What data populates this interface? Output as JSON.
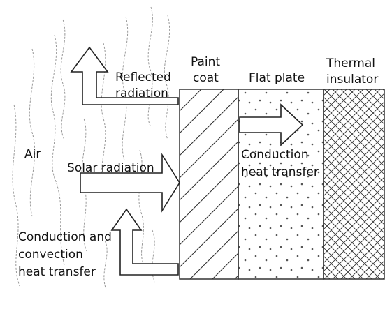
{
  "labels": {
    "paint_coat": [
      "Paint",
      "coat"
    ],
    "flat_plate": "Flat plate",
    "thermal_insulator": [
      "Thermal",
      "insulator"
    ],
    "reflected_radiation": [
      "Reflected",
      "radiation"
    ],
    "air": "Air",
    "solar_radiation": "Solar radiation",
    "conduction_heat_transfer": [
      "Conduction",
      "heat transfer"
    ],
    "conduction_convection": [
      "Conduction and",
      "convection",
      "heat transfer"
    ]
  },
  "colors": {
    "stroke": "#111111",
    "wavy_line": "#999999",
    "background": "#ffffff"
  }
}
